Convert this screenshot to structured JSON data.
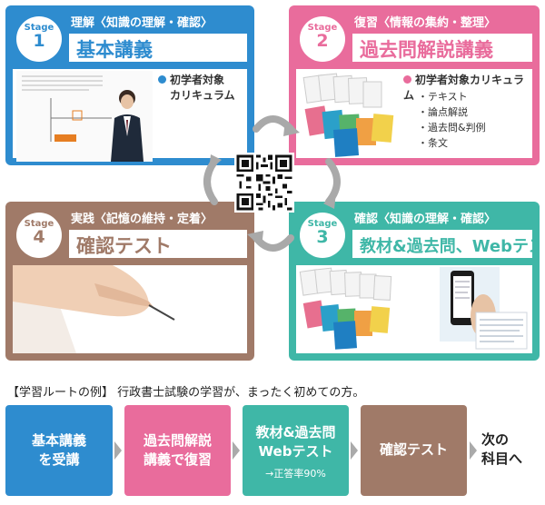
{
  "stages": {
    "s1": {
      "label": "Stage",
      "num": "1",
      "subtitle": "理解〈知識の理解・確認〉",
      "title": "基本講義",
      "bullet": "初学者対象",
      "bullet2": "カリキュラム",
      "color": "#2e8ccf"
    },
    "s2": {
      "label": "Stage",
      "num": "2",
      "subtitle": "復習〈情報の集約・整理〉",
      "title": "過去問解説講義",
      "bullet": "初学者対象カリキュラム",
      "items": [
        "・テキスト",
        "・論点解説",
        "・過去問&判例",
        "・条文"
      ],
      "color": "#e96c9c"
    },
    "s3": {
      "label": "Stage",
      "num": "3",
      "subtitle": "確認〈知識の理解・確認〉",
      "title": "教材&過去問、Webテスト",
      "color": "#3fb7a7"
    },
    "s4": {
      "label": "Stage",
      "num": "4",
      "subtitle": "実践〈記憶の維持・定着〉",
      "title": "確認テスト",
      "color": "#a07a68"
    }
  },
  "route": {
    "caption": "【学習ルートの例】 行政書士試験の学習が、まったく初めての方。",
    "steps": [
      {
        "l1": "基本講義",
        "l2": "を受講",
        "color": "#2e8ccf"
      },
      {
        "l1": "過去問解説",
        "l2": "講義で復習",
        "color": "#e96c9c"
      },
      {
        "l1": "教材&過去問",
        "l2": "Webテスト",
        "note": "→正答率90%",
        "color": "#3fb7a7"
      },
      {
        "l1": "確認テスト",
        "color": "#a07a68"
      }
    ],
    "next_l1": "次の",
    "next_l2": "科目へ"
  },
  "icons": {
    "cycle": "cycle-arrows-icon",
    "qr": "qr-code-icon"
  }
}
